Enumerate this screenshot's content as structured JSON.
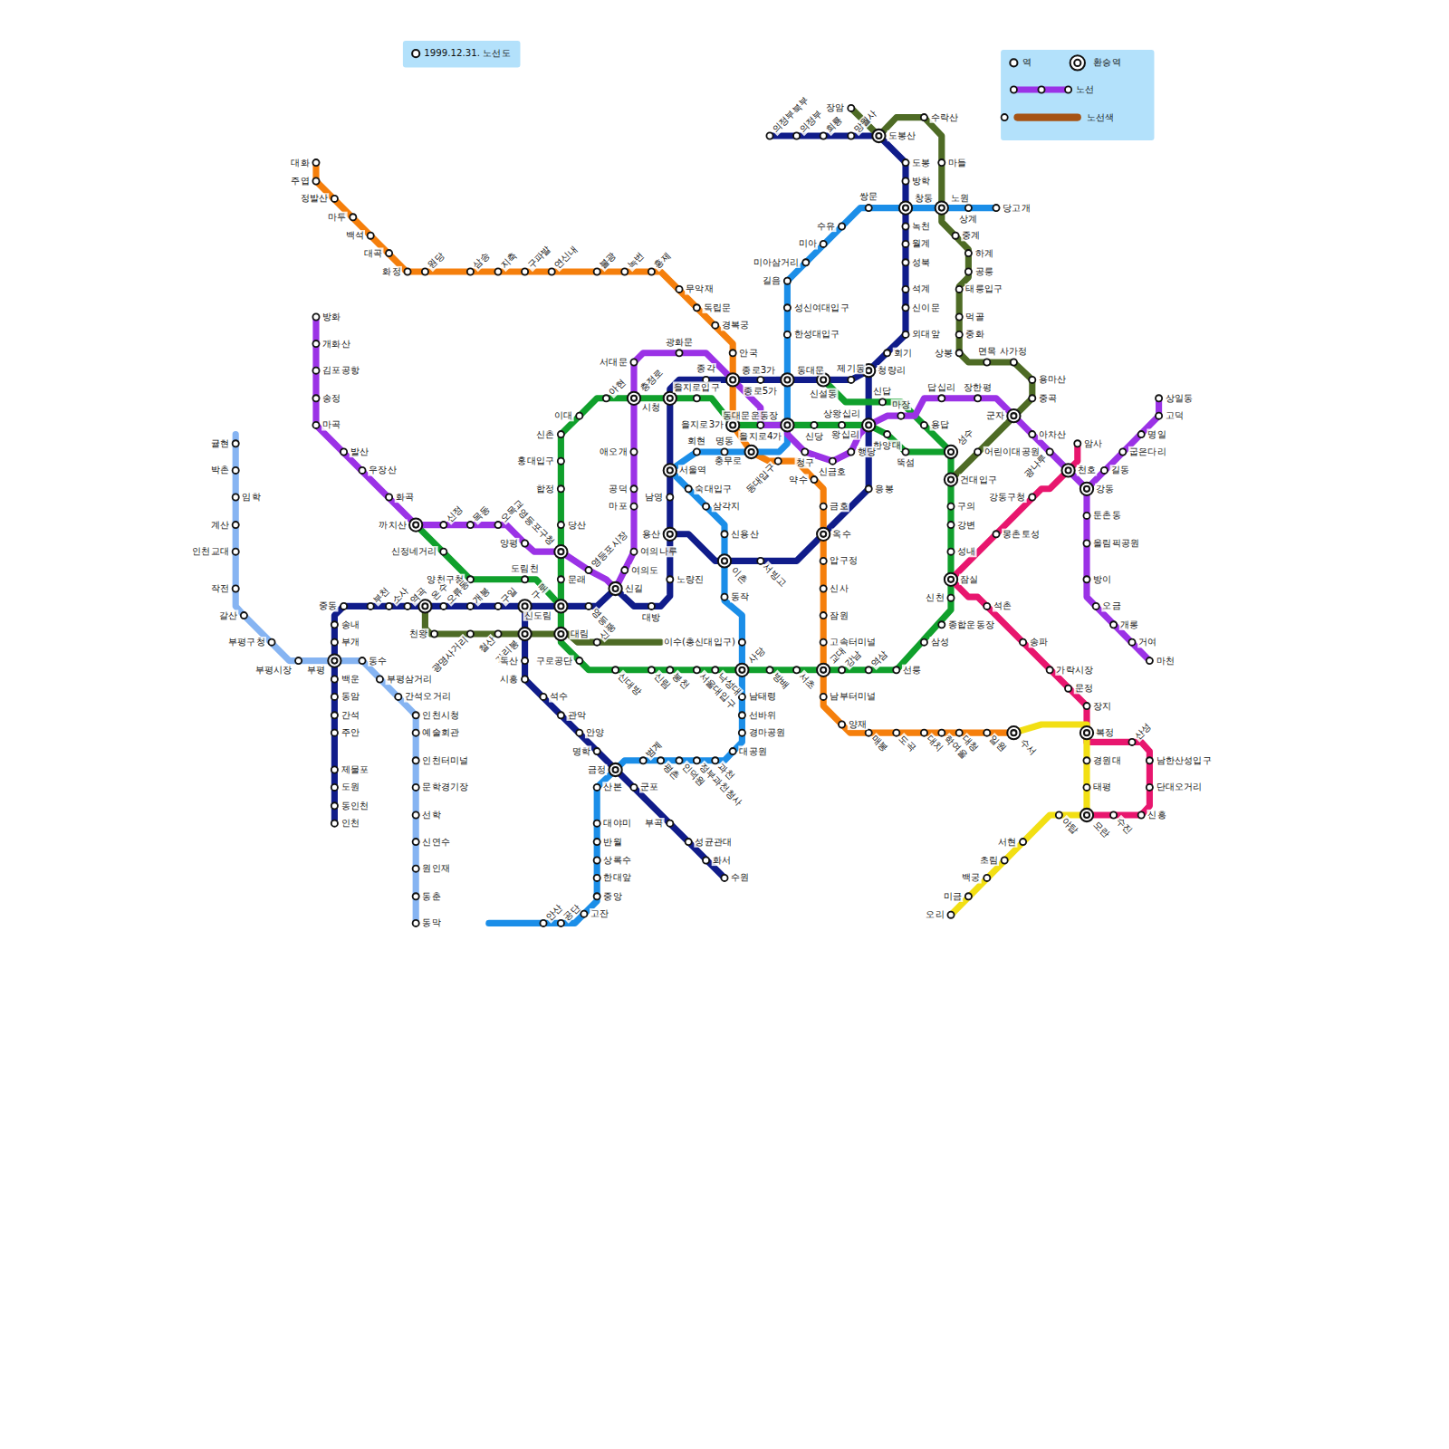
{
  "diagram": {
    "title": "1999.12.31. 노선도",
    "labels": [
      "의정부북부",
      "의정부",
      "회룡",
      "망월사",
      "장암",
      "도봉산",
      "수락산",
      "마들",
      "도봉",
      "방학",
      "창동",
      "노원",
      "상계",
      "당고개",
      "쌍문",
      "수유",
      "미아",
      "미아삼거리",
      "길음",
      "성신여대입구",
      "한성대입구",
      "녹천",
      "월계",
      "성북",
      "석계",
      "신이문",
      "외대앞",
      "회기",
      "청량리",
      "중계",
      "하계",
      "공릉",
      "태릉입구",
      "먹골",
      "중화",
      "상봉",
      "면목",
      "사가정",
      "용마산",
      "중곡",
      "군자",
      "어린이대공원",
      "장한평",
      "답십리",
      "마장",
      "신답",
      "용답",
      "아차산",
      "광나루",
      "암사",
      "천호",
      "강동",
      "길동",
      "굽은다리",
      "명일",
      "고덕",
      "상일동",
      "둔촌동",
      "올림픽공원",
      "방이",
      "오금",
      "개롱",
      "거여",
      "마천",
      "강동구청",
      "몽촌토성",
      "석촌",
      "송파",
      "가락시장",
      "문정",
      "장지",
      "복정",
      "산성",
      "남한산성입구",
      "단대오거리",
      "신흥",
      "수진",
      "모란",
      "경원대",
      "태평",
      "야탑",
      "서현",
      "초림",
      "백궁",
      "미금",
      "오리",
      "수서",
      "일원",
      "대청",
      "학여울",
      "대치",
      "도곡",
      "매봉",
      "양재",
      "남부터미널",
      "교대",
      "고속터미널",
      "잠원",
      "신사",
      "압구정",
      "옥수",
      "금호",
      "약수",
      "동대입구",
      "충무로",
      "을지로3가",
      "종로3가",
      "안국",
      "경복궁",
      "독립문",
      "무악재",
      "홍제",
      "녹번",
      "불광",
      "연신내",
      "구파발",
      "지축",
      "삼송",
      "원당",
      "화정",
      "대곡",
      "백석",
      "마두",
      "정발산",
      "주엽",
      "대화",
      "삼성",
      "종합운동장",
      "신천",
      "잠실",
      "성내",
      "강변",
      "구의",
      "건대입구",
      "성수",
      "뚝섬",
      "한양대",
      "왕십리",
      "상왕십리",
      "신당",
      "동대문운동장",
      "을지로4가",
      "을지로입구",
      "시청",
      "충정로",
      "아현",
      "이대",
      "신촌",
      "홍대입구",
      "합정",
      "당산",
      "영등포구청",
      "문래",
      "신도림",
      "대림",
      "구로공단",
      "신대방",
      "신림",
      "봉천",
      "서울대입구",
      "낙성대",
      "사당",
      "방배",
      "서초",
      "강남",
      "역삼",
      "선릉",
      "도림천",
      "양천구청",
      "신정네거리",
      "까치산",
      "화곡",
      "우장산",
      "발산",
      "마곡",
      "송정",
      "김포공항",
      "개화산",
      "방화",
      "신정",
      "목동",
      "오목교",
      "양평",
      "영등포시장",
      "신길",
      "여의도",
      "여의나루",
      "마포",
      "공덕",
      "애오개",
      "서대문",
      "광화문",
      "종각",
      "종로5가",
      "동대문",
      "신설동",
      "제기동",
      "청구",
      "신금호",
      "행당",
      "응봉",
      "서빙고",
      "이촌",
      "신용산",
      "삼각지",
      "숙대입구",
      "서울역",
      "회현",
      "명동",
      "남영",
      "용산",
      "노량진",
      "대방",
      "영등포",
      "구로",
      "구일",
      "개봉",
      "오류동",
      "온수",
      "역곡",
      "소사",
      "부천",
      "중동",
      "송내",
      "부개",
      "부평",
      "백운",
      "동암",
      "간석",
      "주안",
      "제물포",
      "도원",
      "동인천",
      "인천",
      "천왕",
      "광명사거리",
      "철산",
      "가리봉",
      "신풍",
      "독산",
      "시흥",
      "석수",
      "관악",
      "안양",
      "명학",
      "금정",
      "군포",
      "부곡",
      "성균관대",
      "화서",
      "수원",
      "범계",
      "평촌",
      "인덕원",
      "정부과천청사",
      "과천",
      "대공원",
      "경마공원",
      "선바위",
      "남태령",
      "이수(총신대입구)",
      "동작",
      "산본",
      "대야미",
      "반월",
      "상록수",
      "한대앞",
      "중앙",
      "고잔",
      "공단",
      "안산",
      "귤현",
      "박촌",
      "임학",
      "계산",
      "인천교대",
      "작전",
      "갈산",
      "부평구청",
      "부평시장",
      "동수",
      "부평삼거리",
      "간석오거리",
      "인천시청",
      "예술회관",
      "인천터미널",
      "문학경기장",
      "선학",
      "신연수",
      "원인재",
      "동춘",
      "동막"
    ],
    "legend": [
      {
        "text": "역"
      },
      {
        "text": "환승역"
      },
      {
        "text": "노선"
      },
      {
        "text": "노선색",
        "color": "#a65314"
      }
    ]
  }
}
